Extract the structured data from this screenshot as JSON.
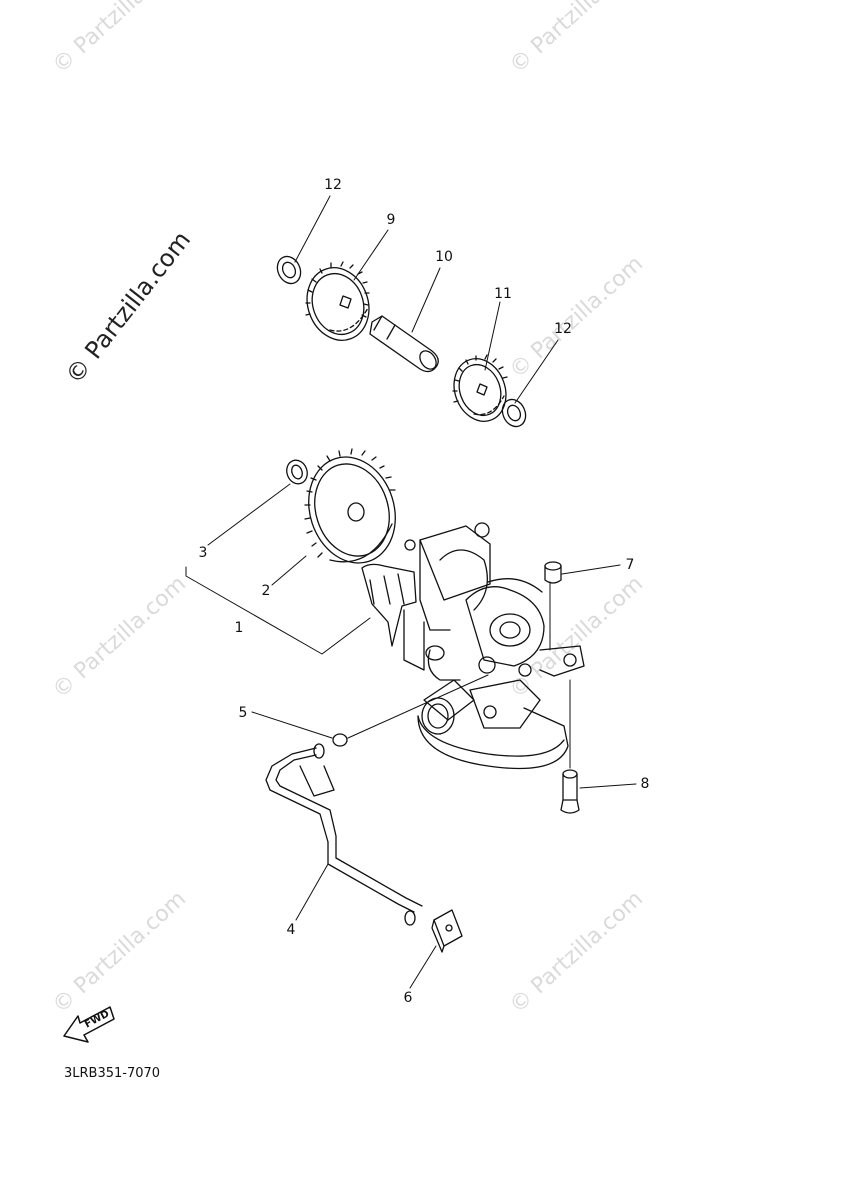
{
  "watermark": "© Partzilla.com",
  "diagram_code": "3LRB351-7070",
  "fwd_label": "FWD",
  "callouts": {
    "c1": "1",
    "c2": "2",
    "c3": "3",
    "c4": "4",
    "c5": "5",
    "c6": "6",
    "c7": "7",
    "c8": "8",
    "c9": "9",
    "c10": "10",
    "c11": "11",
    "c12a": "12",
    "c12b": "12"
  }
}
